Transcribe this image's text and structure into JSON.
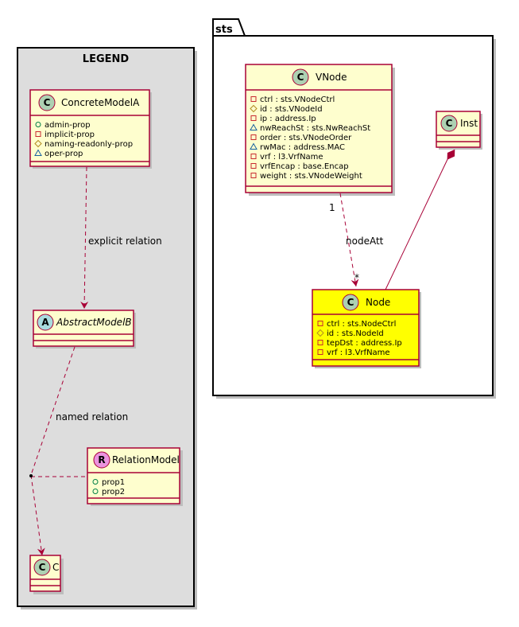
{
  "colors": {
    "class_fill": "#FEFECE",
    "class_border": "#A80036",
    "highlight_fill": "#FFFF00",
    "legend_fill": "#DDDDDD",
    "class_badge": "#ADD1B2",
    "abstract_badge": "#A9DCDF",
    "relation_badge": "#EB93DF"
  },
  "legend": {
    "title": "LEGEND",
    "concrete": {
      "badge": "C",
      "name": "ConcreteModelA",
      "attrs": [
        {
          "vis": "public",
          "text": "admin-prop"
        },
        {
          "vis": "private",
          "text": "implicit-prop"
        },
        {
          "vis": "protected",
          "text": "naming-readonly-prop"
        },
        {
          "vis": "package",
          "text": "oper-prop"
        }
      ]
    },
    "abstract": {
      "badge": "A",
      "name": "AbstractModelB"
    },
    "relation_model": {
      "badge": "R",
      "name": "RelationModel",
      "attrs": [
        {
          "vis": "public",
          "text": "prop1"
        },
        {
          "vis": "public",
          "text": "prop2"
        }
      ]
    },
    "c_class": {
      "badge": "C",
      "name": "C"
    },
    "explicit_relation_label": "explicit relation",
    "named_relation_label": "named relation"
  },
  "package": {
    "name": "sts",
    "vnode": {
      "badge": "C",
      "name": "VNode",
      "attrs": [
        {
          "vis": "private",
          "text": "ctrl : sts.VNodeCtrl"
        },
        {
          "vis": "protected",
          "text": "id : sts.VNodeId"
        },
        {
          "vis": "private",
          "text": "ip : address.Ip"
        },
        {
          "vis": "package",
          "text": "nwReachSt : sts.NwReachSt"
        },
        {
          "vis": "private",
          "text": "order : sts.VNodeOrder"
        },
        {
          "vis": "package",
          "text": "rwMac : address.MAC"
        },
        {
          "vis": "private",
          "text": "vrf : l3.VrfName"
        },
        {
          "vis": "private",
          "text": "vrfEncap : base.Encap"
        },
        {
          "vis": "private",
          "text": "weight : sts.VNodeWeight"
        }
      ]
    },
    "inst": {
      "badge": "C",
      "name": "Inst"
    },
    "node": {
      "badge": "C",
      "name": "Node",
      "attrs": [
        {
          "vis": "private",
          "text": "ctrl : sts.NodeCtrl"
        },
        {
          "vis": "protected",
          "text": "id : sts.NodeId"
        },
        {
          "vis": "private",
          "text": "tepDst : address.Ip"
        },
        {
          "vis": "private",
          "text": "vrf : l3.VrfName"
        }
      ]
    },
    "node_att": {
      "label": "nodeAtt",
      "source_multiplicity": "1",
      "target_multiplicity": "*"
    }
  }
}
